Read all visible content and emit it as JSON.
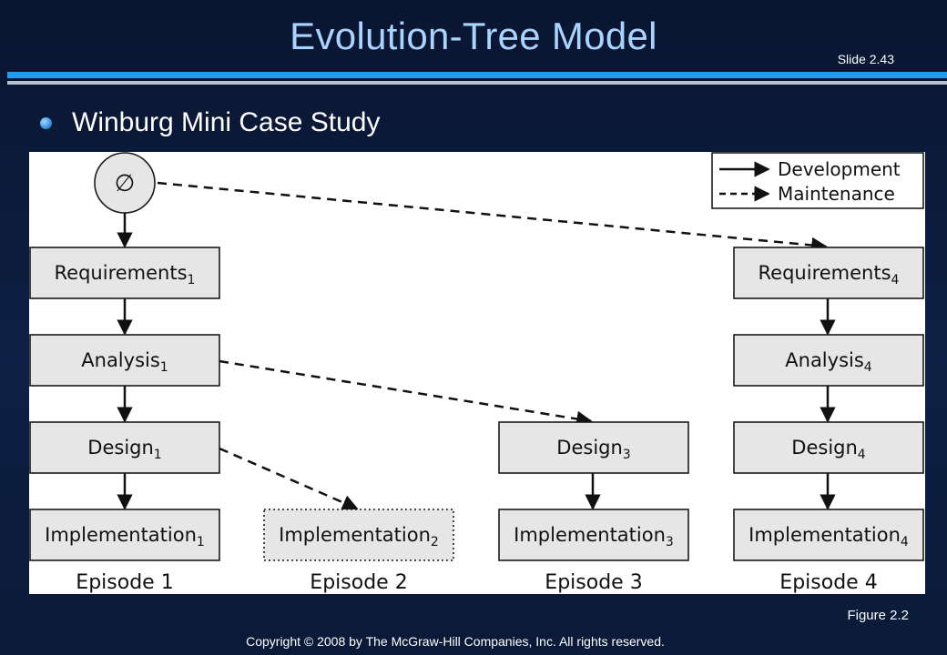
{
  "slide": {
    "title": "Evolution-Tree Model",
    "number": "Slide 2.43",
    "bullet": "Winburg Mini Case Study",
    "figure_ref": "Figure 2.2",
    "copyright": "Copyright © 2008 by The McGraw-Hill Companies, Inc.  All rights reserved."
  },
  "colors": {
    "title": "#a8d4ff",
    "rule_blue": "#1e9cf0",
    "rule_gray": "#b9c2cc",
    "node_fill": "#e6e6e6"
  },
  "diagram": {
    "start_symbol": "∅",
    "legend": {
      "development": "Development",
      "maintenance": "Maintenance"
    },
    "nodes": {
      "req1": {
        "name": "Requirements",
        "sub": "1"
      },
      "ana1": {
        "name": "Analysis",
        "sub": "1"
      },
      "des1": {
        "name": "Design",
        "sub": "1"
      },
      "imp1": {
        "name": "Implementation",
        "sub": "1"
      },
      "imp2": {
        "name": "Implementation",
        "sub": "2"
      },
      "des3": {
        "name": "Design",
        "sub": "3"
      },
      "imp3": {
        "name": "Implementation",
        "sub": "3"
      },
      "req4": {
        "name": "Requirements",
        "sub": "4"
      },
      "ana4": {
        "name": "Analysis",
        "sub": "4"
      },
      "des4": {
        "name": "Design",
        "sub": "4"
      },
      "imp4": {
        "name": "Implementation",
        "sub": "4"
      }
    },
    "episodes": [
      "Episode 1",
      "Episode 2",
      "Episode 3",
      "Episode 4"
    ]
  }
}
